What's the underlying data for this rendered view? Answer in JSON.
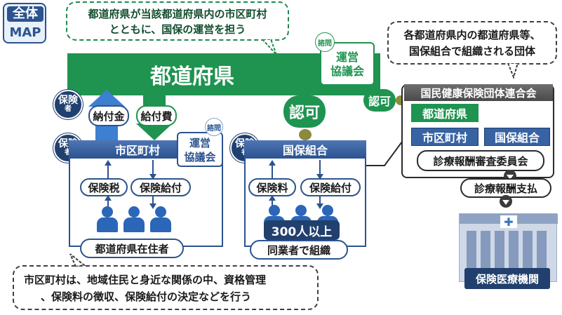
{
  "logo": {
    "line1": "全体",
    "line2": "MAP"
  },
  "callouts": {
    "top": {
      "line1": "都道府県が当該都道府県内の市区町村",
      "line2": "とともに、国保の運営を担う"
    },
    "right": {
      "line1": "各都道府県内の都道府県等、",
      "line2": "国保組合で組織される団体"
    },
    "bottom": {
      "line1": "市区町村は、地域住民と身近な関係の中、資格管理",
      "line2": "、保険料の徴収、保険給付の決定などを行う"
    }
  },
  "prefecture": {
    "title": "都道府県",
    "council_tag": "諮問",
    "council_line1": "運営",
    "council_line2": "協議会"
  },
  "flows": {
    "payment_in": "納付金",
    "payment_out": "給付費"
  },
  "approval": {
    "main": "認可",
    "side": "認可"
  },
  "insurer_badge": {
    "line1": "保険",
    "line2": "者"
  },
  "municipality": {
    "title": "市区町村",
    "council_tag": "諮問",
    "council_line1": "運営",
    "council_line2": "協議会",
    "items": [
      "保険税",
      "保険給付"
    ],
    "footer": "都道府県在住者"
  },
  "union": {
    "title": "国保組合",
    "items": [
      "保険料",
      "保険給付"
    ],
    "members": "300人以上",
    "footer": "同業者で組織"
  },
  "federation": {
    "title": "国民健康保険団体連合会",
    "member_prefecture": "都道府県",
    "member_municipality": "市区町村",
    "member_union": "国保組合",
    "committee": "診療報酬審査委員会"
  },
  "payment": "診療報酬支払",
  "hospital": {
    "label": "保険医療機関"
  },
  "colors": {
    "green": "#1f9350",
    "navy": "#22406e",
    "blue": "#3763a3",
    "olive": "#8a8a3a"
  }
}
